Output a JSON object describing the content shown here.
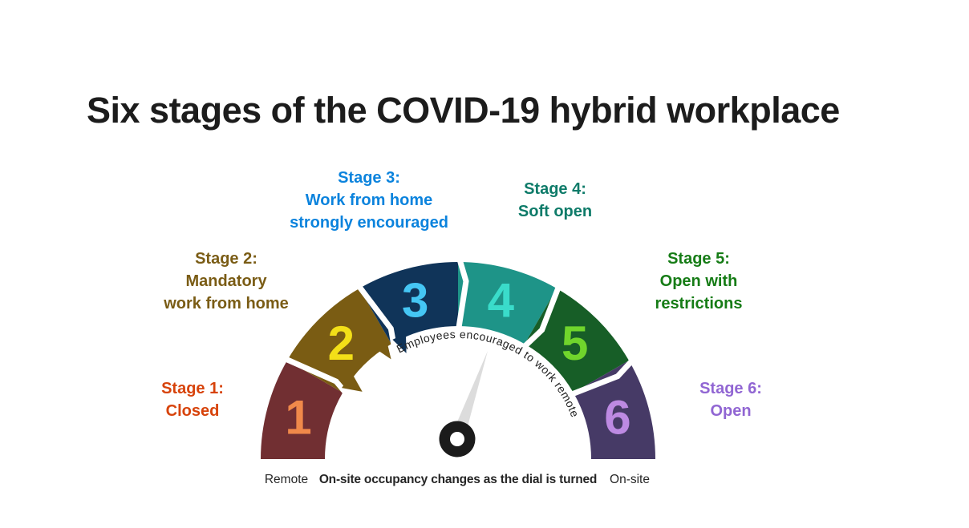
{
  "title": {
    "text": "Six stages of the COVID-19 hybrid workplace"
  },
  "stages": [
    {
      "number": "1",
      "label_lines": [
        "Stage 1:",
        "Closed"
      ],
      "label_color": "#d7430b",
      "segment_color": "#712f32",
      "number_color": "#f0894a"
    },
    {
      "number": "2",
      "label_lines": [
        "Stage 2:",
        "Mandatory",
        "work from home"
      ],
      "label_color": "#7a5c15",
      "segment_color": "#7a5c13",
      "number_color": "#f3df18"
    },
    {
      "number": "3",
      "label_lines": [
        "Stage 3:",
        "Work from home",
        "strongly encouraged"
      ],
      "label_color": "#0b83dd",
      "segment_color": "#103459",
      "number_color": "#45c6f4"
    },
    {
      "number": "4",
      "label_lines": [
        "Stage 4:",
        "Soft open"
      ],
      "label_color": "#0e7b69",
      "segment_color": "#1e9488",
      "number_color": "#3adcca"
    },
    {
      "number": "5",
      "label_lines": [
        "Stage 5:",
        "Open with",
        "restrictions"
      ],
      "label_color": "#167c16",
      "segment_color": "#175e27",
      "number_color": "#70d52c"
    },
    {
      "number": "6",
      "label_lines": [
        "Stage 6:",
        "Open"
      ],
      "label_color": "#9166d3",
      "segment_color": "#463a66",
      "number_color": "#bd8ae2"
    }
  ],
  "gauge": {
    "curved_text": "Employees encouraged to work remote",
    "curved_text_color": "#222222",
    "needle_color": "#dcdcdc",
    "hub_color": "#1b1b1b"
  },
  "footer": {
    "left_label": "Remote",
    "center_label": "On-site occupancy changes as the dial is turned",
    "right_label": "On-site"
  }
}
